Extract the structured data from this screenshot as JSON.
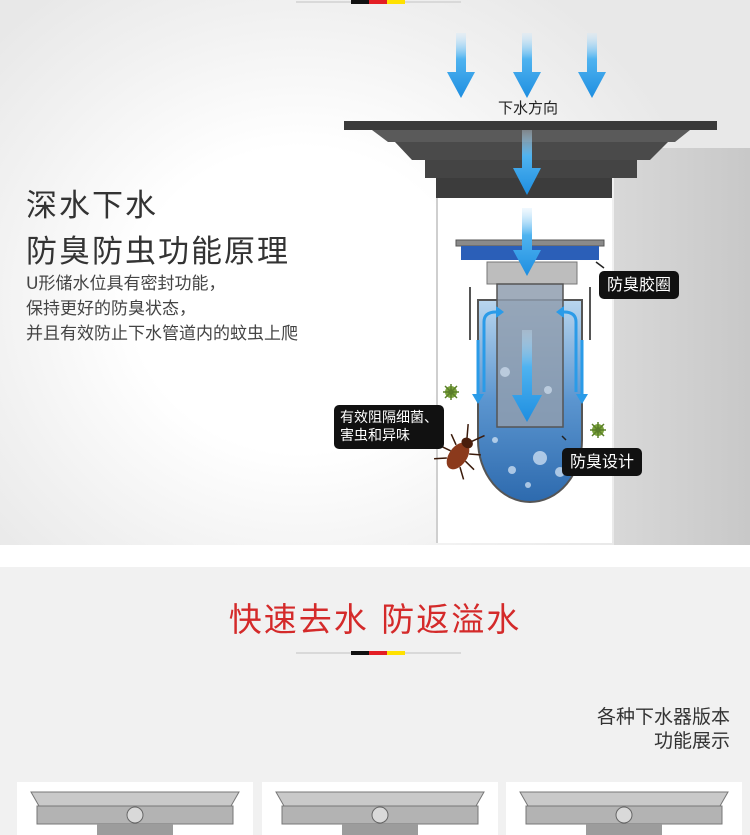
{
  "section1": {
    "flow_label": "下水方向",
    "title_line1": "深水下水",
    "title_line2": "防臭防虫功能原理",
    "desc_lines": [
      "U形储水位具有密封功能，",
      "保持更好的防臭状态，",
      "并且有效防止下水管道内的蚊虫上爬"
    ],
    "callout_gasket": "防臭胶圈",
    "callout_block_line1": "有效阻隔细菌、",
    "callout_block_line2": "害虫和异味",
    "callout_design": "防臭设计"
  },
  "section2": {
    "title": "快速去水 防返溢水",
    "note_line1": "各种下水器版本",
    "note_line2": "功能展示"
  },
  "colors": {
    "title_red": "#d42a2a",
    "arrow_blue": "#2a9be8",
    "water_blue": "#3b7fc4",
    "bar_black": "#111111",
    "bar_red": "#e31e24",
    "bar_yellow": "#ffe100"
  },
  "icons": [
    "down-arrow-icon",
    "bacteria-icon",
    "cockroach-icon"
  ]
}
